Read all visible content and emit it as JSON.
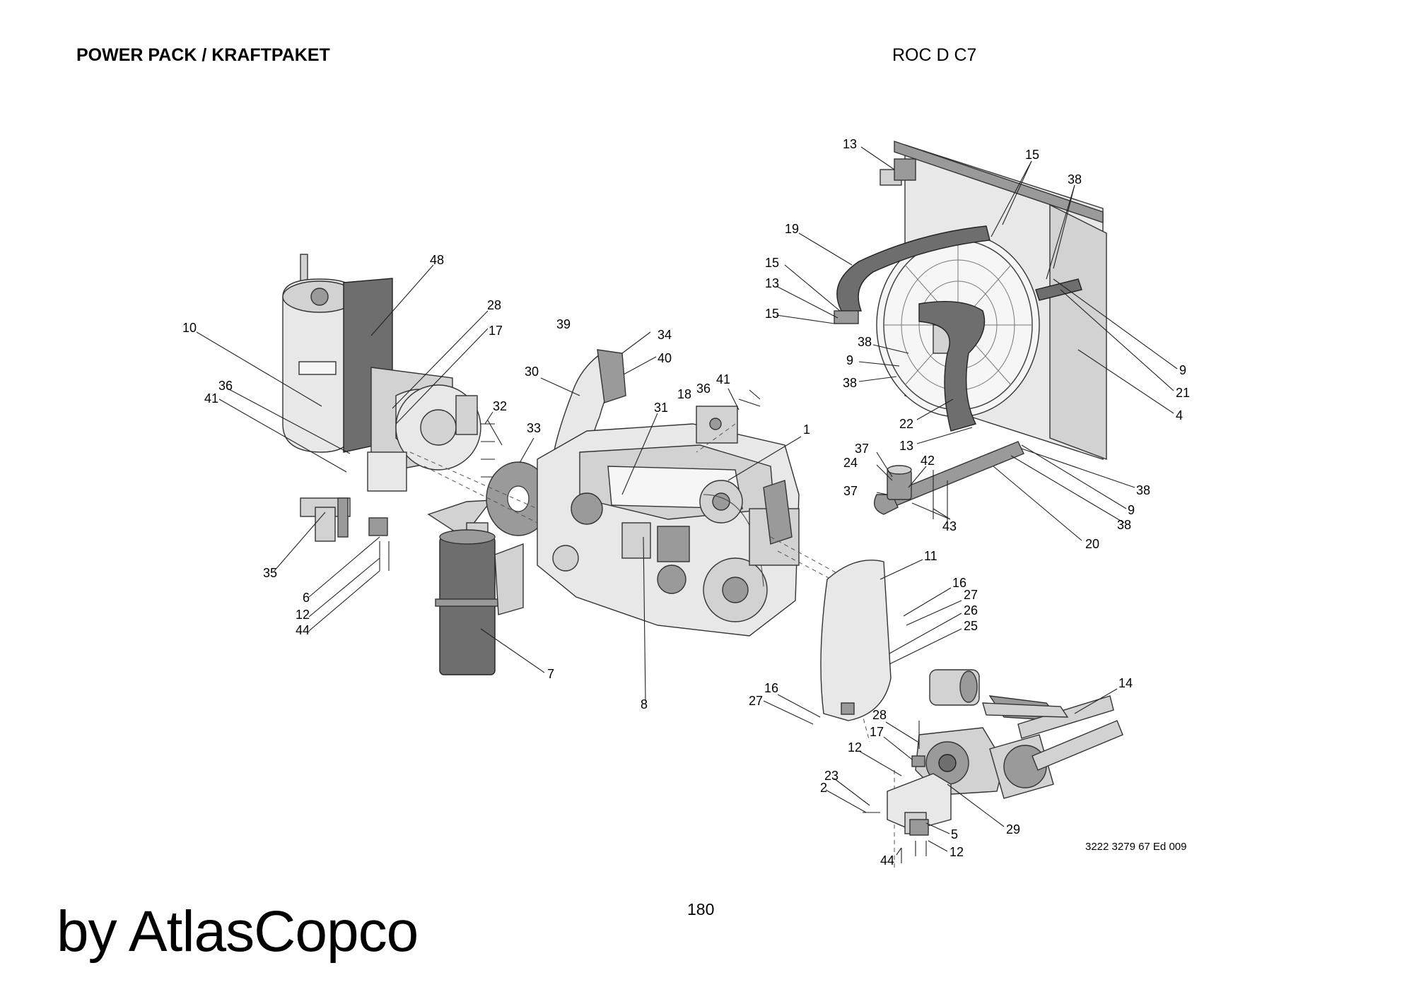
{
  "header": {
    "title_left": "POWER PACK / KRAFTPAKET",
    "title_right": "ROC D C7"
  },
  "drawing": {
    "reference": "3222 3279 67 Ed 009",
    "callouts": {
      "c1": "1",
      "c2": "2",
      "c4": "4",
      "c5": "5",
      "c6": "6",
      "c7": "7",
      "c8": "8",
      "c9a": "9",
      "c9b": "9",
      "c9c": "9",
      "c10": "10",
      "c11": "11",
      "c12a": "12",
      "c12b": "12",
      "c12c": "12",
      "c13a": "13",
      "c13b": "13",
      "c13c": "13",
      "c14": "14",
      "c15a": "15",
      "c15b": "15",
      "c15c": "15",
      "c16a": "16",
      "c16b": "16",
      "c17a": "17",
      "c17b": "17",
      "c18": "18",
      "c19": "19",
      "c20": "20",
      "c21": "21",
      "c22": "22",
      "c23": "23",
      "c24": "24",
      "c25": "25",
      "c26": "26",
      "c27a": "27",
      "c27b": "27",
      "c28a": "28",
      "c28b": "28",
      "c29": "29",
      "c30": "30",
      "c31": "31",
      "c32": "32",
      "c33": "33",
      "c34": "34",
      "c35": "35",
      "c36a": "36",
      "c36b": "36",
      "c37a": "37",
      "c37b": "37",
      "c38a": "38",
      "c38b": "38",
      "c38c": "38",
      "c38d": "38",
      "c38e": "38",
      "c39": "39",
      "c40": "40",
      "c41a": "41",
      "c41b": "41",
      "c42": "42",
      "c43": "43",
      "c44a": "44",
      "c44b": "44",
      "c48": "48"
    }
  },
  "footer": {
    "page_number": "180",
    "brand": "by AtlasCopco"
  }
}
